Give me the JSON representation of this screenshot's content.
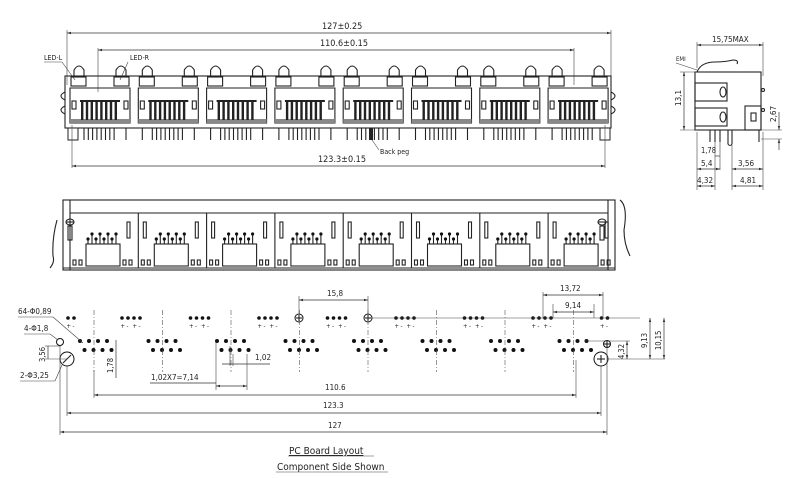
{
  "front_view": {
    "dim_overall": "127±0.25",
    "dim_led_pitch": "110.6±0.15",
    "dim_peg": "123.3±0.15",
    "label_led_left": "LED-L",
    "label_led_right": "LED-R",
    "label_back_peg": "Back peg",
    "port_count": 8
  },
  "side_view": {
    "dim_depth": "15,75MAX",
    "label_emi": "EMI",
    "dim_height": "13,1",
    "dim_peg_height": "2,67",
    "dim_pin_pitch": "1,78",
    "dim_a": "5,4",
    "dim_b": "3,56",
    "dim_c": "4,32",
    "dim_d": "4,81"
  },
  "pcb_layout": {
    "note_pins": "64-Φ0,89",
    "note_led_holes": "4-Φ1,8",
    "note_mount_holes": "2-Φ3,25",
    "dim_356": "3,56",
    "dim_178": "1,78",
    "dim_pin_span": "1,02X7=7,14",
    "dim_pin_pitch": "1,02",
    "dim_port_pitch": "15,8",
    "dim_led_outer": "13,72",
    "dim_led_inner": "9,14",
    "dim_432": "4,32",
    "dim_913": "9,13",
    "dim_1015": "10,15",
    "dim_1106": "110.6",
    "dim_1233": "123.3",
    "dim_127": "127",
    "led_polarity": [
      "+",
      "-",
      "+",
      "-"
    ],
    "title_line1": "PC Board Layout",
    "title_line2": "Component Side Shown"
  }
}
